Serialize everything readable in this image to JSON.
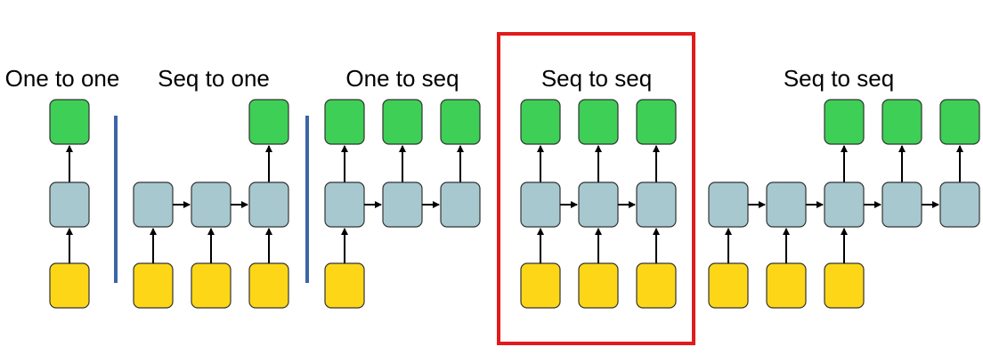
{
  "colors": {
    "output": "#3ecf56",
    "hidden": "#a7c8cf",
    "input": "#fdd717",
    "border": "#333333",
    "arrow": "#000000",
    "separator": "#3b65a8",
    "highlight": "#e11b1b"
  },
  "panels": [
    {
      "title": "One to one",
      "inputs": [
        true
      ],
      "hiddens": [
        true
      ],
      "outputs": [
        true
      ]
    },
    {
      "title": "Seq to one",
      "inputs": [
        true,
        true,
        true
      ],
      "hiddens": [
        true,
        true,
        true
      ],
      "outputs": [
        false,
        false,
        true
      ]
    },
    {
      "title": "One to seq",
      "inputs": [
        true,
        false,
        false
      ],
      "hiddens": [
        true,
        true,
        true
      ],
      "outputs": [
        true,
        true,
        true
      ]
    },
    {
      "title": "Seq to seq",
      "inputs": [
        true,
        true,
        true
      ],
      "hiddens": [
        true,
        true,
        true
      ],
      "outputs": [
        true,
        true,
        true
      ],
      "highlighted": true
    },
    {
      "title": "Seq to seq",
      "inputs": [
        true,
        true,
        true,
        false,
        false
      ],
      "hiddens": [
        true,
        true,
        true,
        true,
        true
      ],
      "outputs": [
        false,
        false,
        true,
        true,
        true
      ]
    }
  ]
}
